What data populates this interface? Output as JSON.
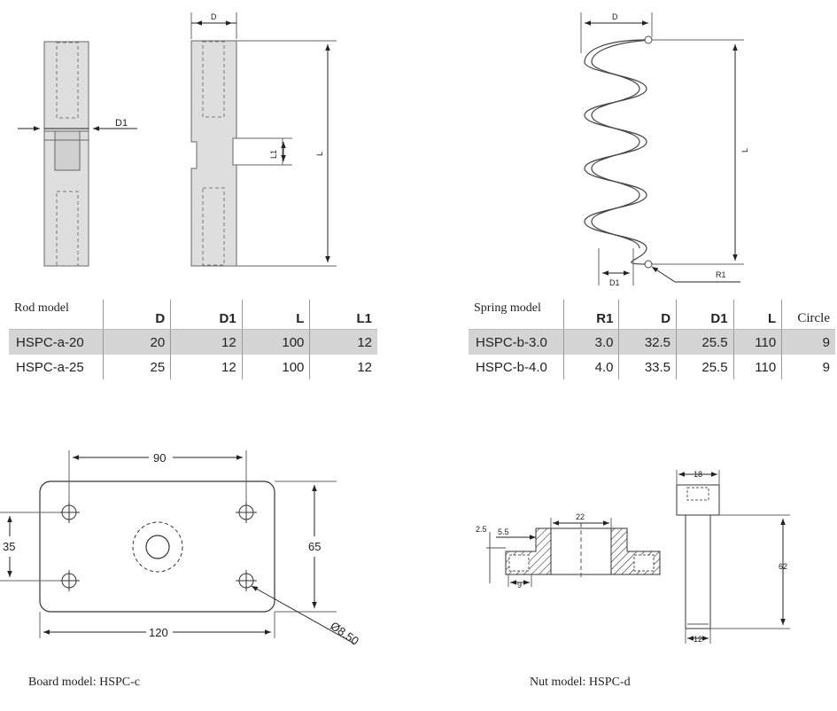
{
  "rod_drawing": {
    "labels": {
      "d": "D",
      "d1": "D1",
      "l": "L",
      "l1": "L1"
    }
  },
  "spring_drawing": {
    "labels": {
      "d": "D",
      "l": "L",
      "d1": "D1",
      "r1": "R1"
    }
  },
  "board_drawing": {
    "labels": {
      "width": "120",
      "hole_spacing_x": "90",
      "height": "65",
      "hole_spacing_y": "35",
      "hole_diameter": "Ø8.50"
    }
  },
  "nut_drawing": {
    "labels": {
      "top_width": "18",
      "length": "62",
      "bottom_width": "12",
      "flange_inner": "22",
      "flange_thickness": "2.5",
      "step_width": "5.5",
      "slot_width": "9"
    }
  },
  "rod_table": {
    "headers": [
      "Rod model",
      "D",
      "D1",
      "L",
      "L1"
    ],
    "rows": [
      [
        "HSPC-a-20",
        "20",
        "12",
        "100",
        "12"
      ],
      [
        "HSPC-a-25",
        "25",
        "12",
        "100",
        "12"
      ]
    ]
  },
  "spring_table": {
    "headers": [
      "Spring model",
      "R1",
      "D",
      "D1",
      "L",
      "Circle"
    ],
    "rows": [
      [
        "HSPC-b-3.0",
        "3.0",
        "32.5",
        "25.5",
        "110",
        "9"
      ],
      [
        "HSPC-b-4.0",
        "4.0",
        "33.5",
        "25.5",
        "110",
        "9"
      ]
    ]
  },
  "captions": {
    "board": "Board model: HSPC-c",
    "nut": "Nut model: HSPC-d"
  }
}
